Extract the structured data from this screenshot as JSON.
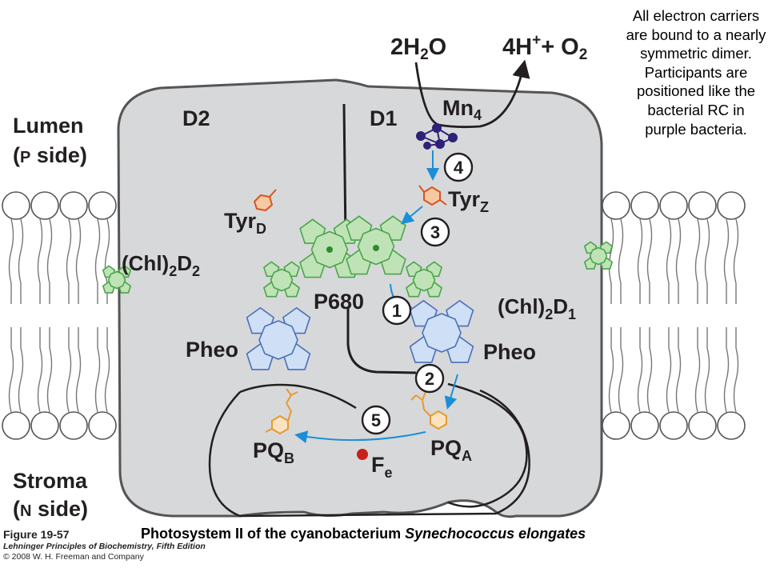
{
  "labels": {
    "lumen": "Lumen",
    "p_side_open": "(",
    "p_side_letter": "P",
    "p_side_rest": " side)",
    "stroma": "Stroma",
    "n_side_open": "(",
    "n_side_letter": "N",
    "n_side_rest": " side)",
    "d2": "D2",
    "d1": "D1",
    "water_2h": "2H",
    "water_sub": "2",
    "water_o": "O",
    "products_4h": "4H",
    "products_plus": "+",
    "products_o2": "+ O",
    "products_sub": "2",
    "mn": "Mn",
    "mn_sub": "4",
    "tyr_d": "Tyr",
    "tyr_d_sub": "D",
    "tyr_z": "Tyr",
    "tyr_z_sub": "Z",
    "chl_d2_a": "(Chl)",
    "chl_d2_sub1": "2",
    "chl_d2_b": "D",
    "chl_d2_sub2": "2",
    "chl_d1_a": "(Chl)",
    "chl_d1_sub1": "2",
    "chl_d1_b": "D",
    "chl_d1_sub2": "1",
    "p680": "P680",
    "pheo_left": "Pheo",
    "pheo_right": "Pheo",
    "pqa": "PQ",
    "pqa_sub": "A",
    "pqb": "PQ",
    "pqb_sub": "B",
    "fe": "F",
    "fe_sub": "e"
  },
  "steps": [
    "1",
    "2",
    "3",
    "4",
    "5"
  ],
  "note": "All electron carriers are bound to a nearly symmetric dimer. Participants are positioned like the bacterial RC in purple bacteria.",
  "caption": {
    "prefix": "Photosystem II of the cyanobacterium ",
    "species": "Synechococcus elongates"
  },
  "figure": {
    "number": "Figure 19-57",
    "book": "Lehninger Principles of Biochemistry, Fifth Edition",
    "copyright": "© 2008 W. H. Freeman and Company"
  },
  "colors": {
    "protein_fill": "#d7d8da",
    "protein_stroke": "#555555",
    "chlorophyll": "#bfe3b7",
    "chlorophyll_stroke": "#4aa54a",
    "pheophytin": "#cfe0f6",
    "pheophytin_stroke": "#4b6fb8",
    "tyrosine": "#f7c9a2",
    "tyrosine_stroke": "#d9531e",
    "quinone_stroke": "#e69a2e",
    "arrow": "#1b8fd6",
    "mn_cluster": "#2e2178",
    "fe": "#c8201c"
  }
}
